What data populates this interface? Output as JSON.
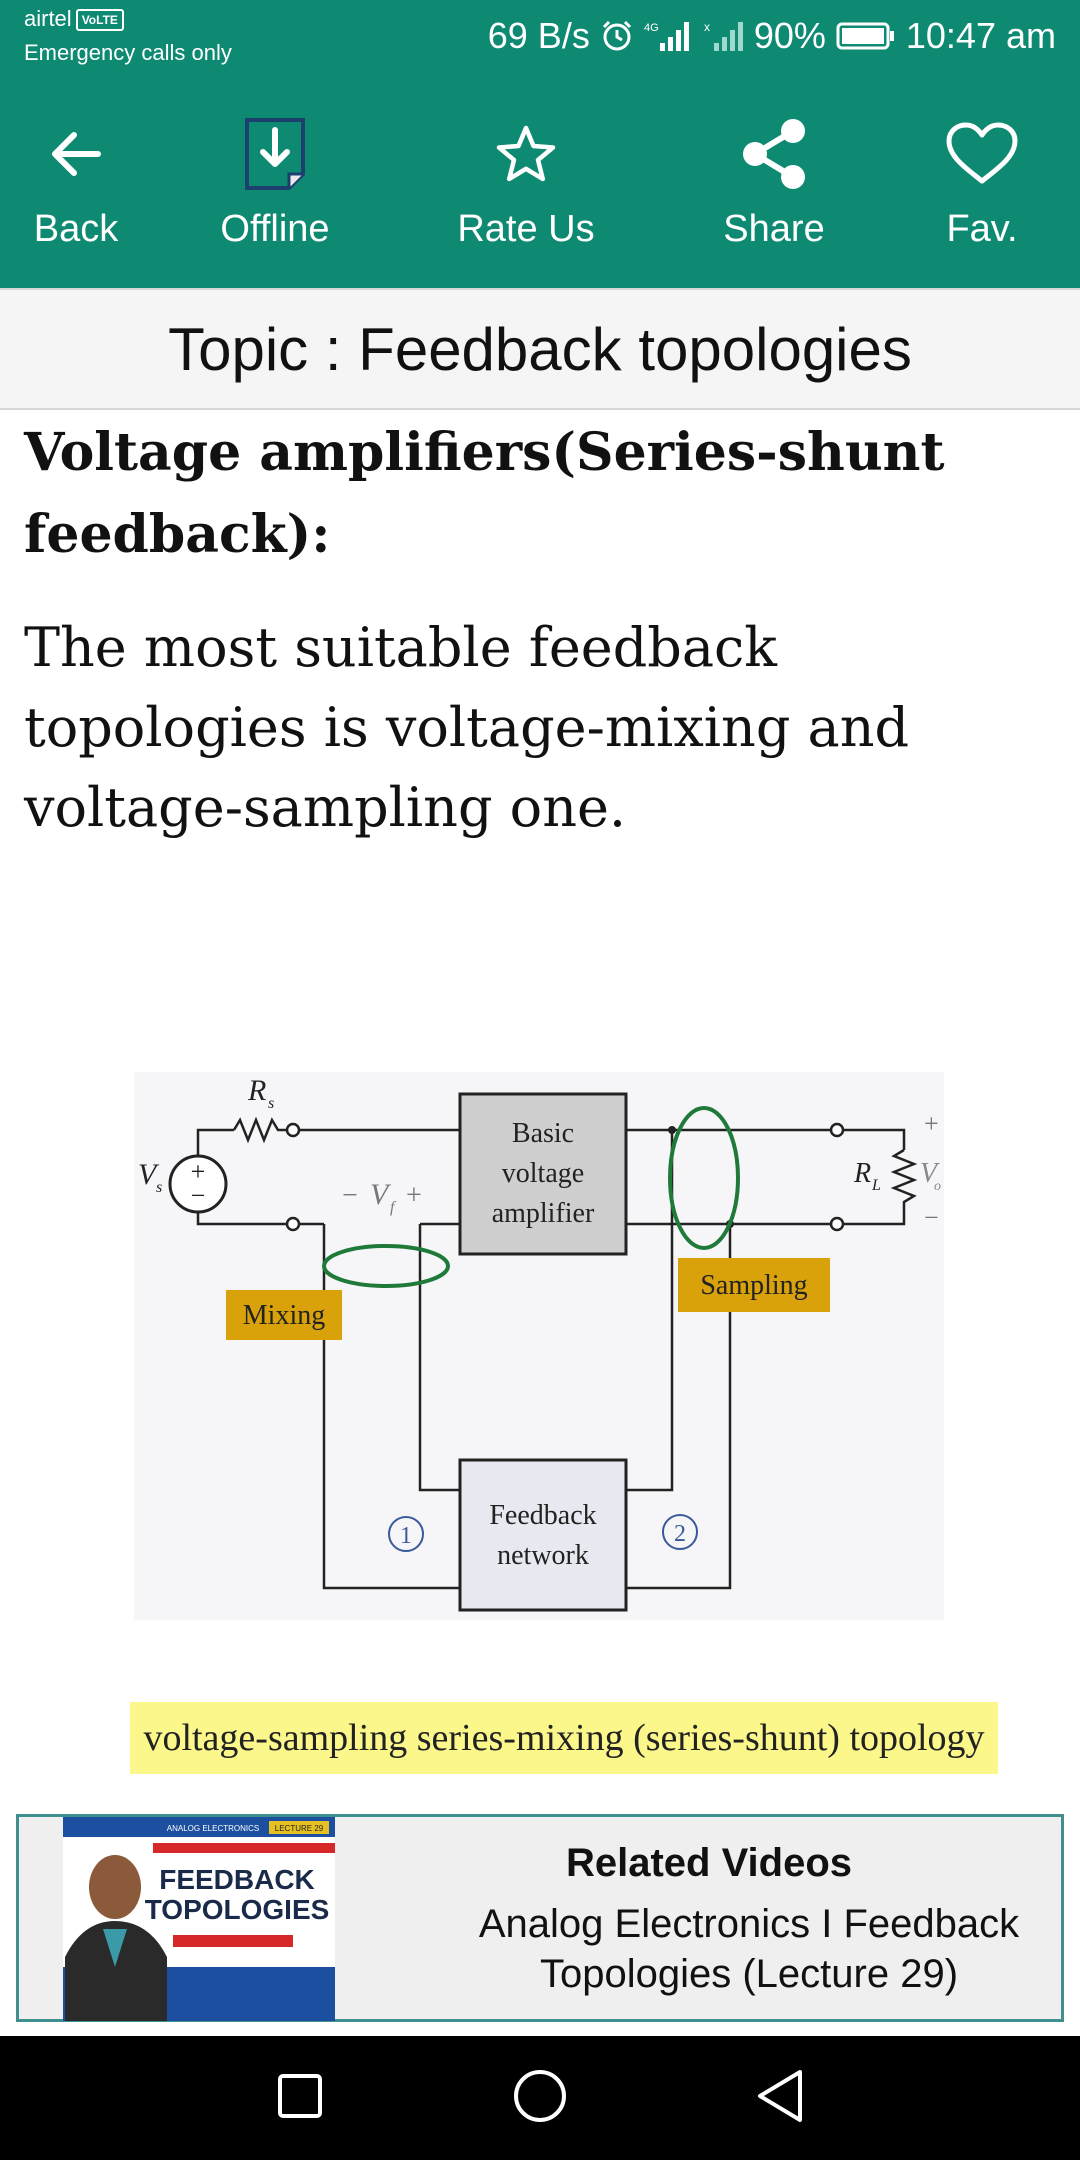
{
  "status_bar": {
    "carrier": "airtel",
    "volte_badge": "VoLTE",
    "emergency": "Emergency calls only",
    "speed": "69 B/s",
    "battery": "90%",
    "time": "10:47 am"
  },
  "toolbar": {
    "back_label": "Back",
    "offline_label": "Offline",
    "rate_label": "Rate Us",
    "share_label": "Share",
    "fav_label": "Fav."
  },
  "topic": "Topic : Feedback topologies",
  "content": {
    "heading": "Voltage amplifiers(Series-shunt feedback):",
    "paragraph": "The most suitable feedback topologies is voltage-mixing and voltage-sampling one."
  },
  "figure": {
    "rs": "R",
    "rs_sub": "s",
    "vs": "V",
    "vs_sub": "s",
    "vf": "V",
    "vf_sub": "f",
    "amp_line1": "Basic",
    "amp_line2": "voltage",
    "amp_line3": "amplifier",
    "rl": "R",
    "rl_sub": "L",
    "vo": "V",
    "vo_sub": "o",
    "mixing": "Mixing",
    "sampling": "Sampling",
    "fb_line1": "Feedback",
    "fb_line2": "network",
    "port1": "1",
    "port2": "2",
    "plus": "+",
    "minus": "−"
  },
  "caption": "voltage-sampling series-mixing (series-shunt) topology",
  "related": {
    "title": "Related Videos",
    "video_title": "Analog Electronics I Feedback Topologies (Lecture 29)",
    "thumb_tag_left": "ANALOG ELECTRONICS",
    "thumb_tag_right": "LECTURE 29",
    "thumb_title_line1": "FEEDBACK",
    "thumb_title_line2": "TOPOLOGIES"
  },
  "colors": {
    "brand": "#0e8a72",
    "highlight": "#fbf78b",
    "label_box": "#d9a20a",
    "ellipse": "#1f7a3a"
  }
}
